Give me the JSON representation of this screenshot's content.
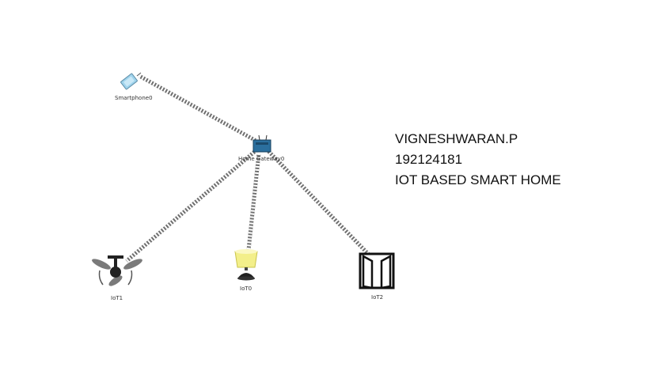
{
  "devices": {
    "smartphone": {
      "label": "Smartphone0",
      "icon": "smartphone-icon"
    },
    "gateway": {
      "label": "Home Gateway0",
      "icon": "home-gateway-icon"
    },
    "iot1": {
      "label": "IoT1",
      "icon": "ceiling-fan-icon"
    },
    "iot0": {
      "label": "IoT0",
      "icon": "lamp-icon"
    },
    "iot2": {
      "label": "IoT2",
      "icon": "door-icon"
    }
  },
  "connections": [
    {
      "from": "smartphone",
      "to": "gateway",
      "type": "wireless"
    },
    {
      "from": "gateway",
      "to": "iot1",
      "type": "wireless"
    },
    {
      "from": "gateway",
      "to": "iot0",
      "type": "wireless"
    },
    {
      "from": "gateway",
      "to": "iot2",
      "type": "wireless"
    }
  ],
  "info": {
    "name": "VIGNESHWARAN.P",
    "id": "192124181",
    "project_title": "IOT BASED SMART HOME"
  },
  "colors": {
    "link_dark": "#6f6f6f",
    "link_light": "#ffffff",
    "gateway_blue": "#2b6f9e",
    "smartphone_blue": "#9fd3ec",
    "lamp_yellow": "#f3ef8a"
  }
}
